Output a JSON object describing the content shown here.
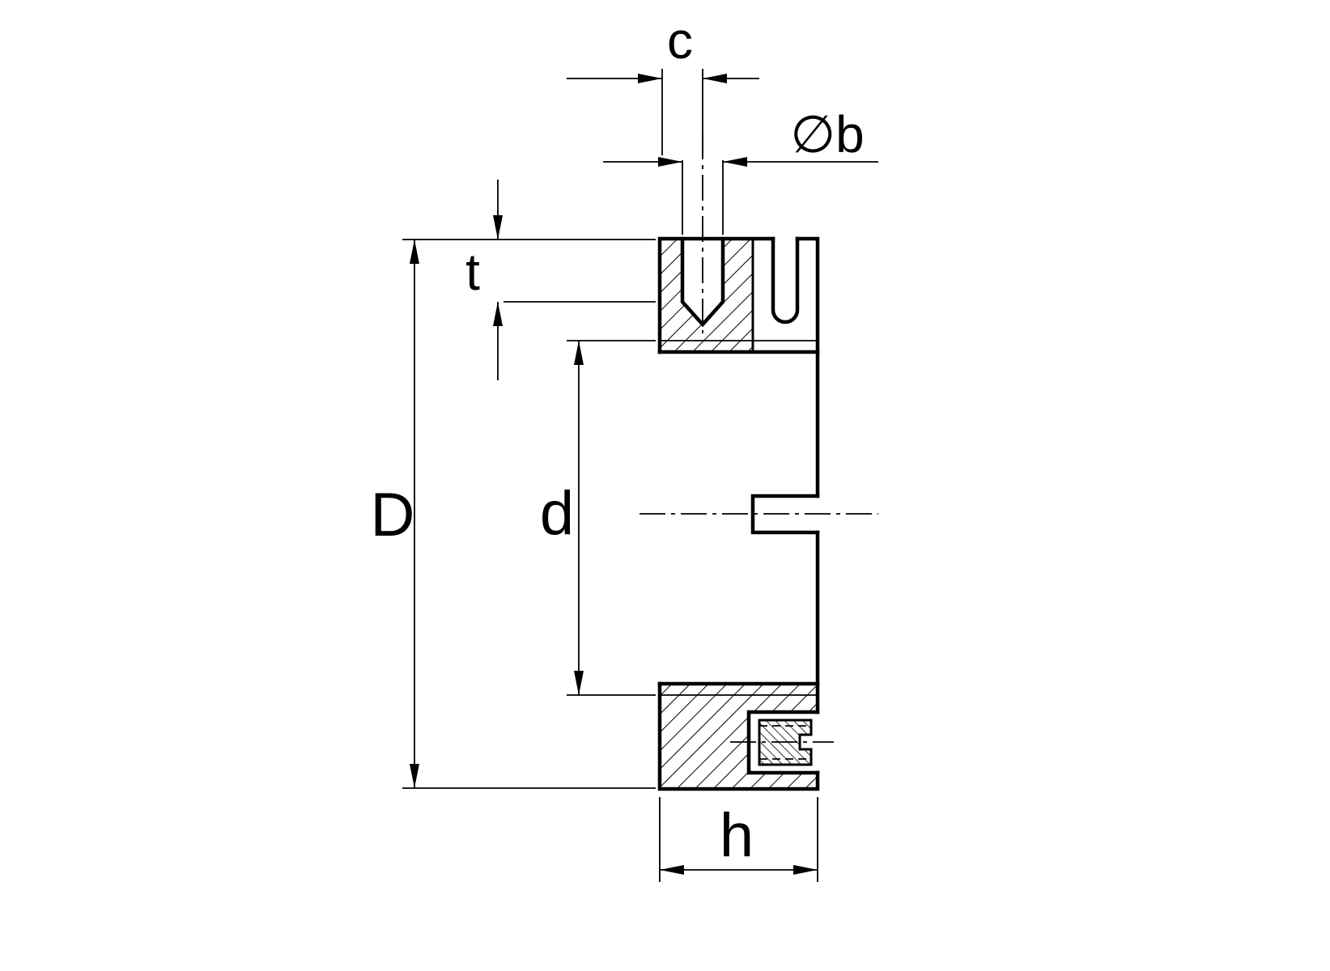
{
  "drawing": {
    "type": "technical-cross-section",
    "subject": "slotted locknut with drilled pin hole and set screw, side section view",
    "labels": {
      "c": "c",
      "b": "∅b",
      "t": "t",
      "D": "D",
      "d": "d",
      "h": "h"
    }
  },
  "colors": {
    "ink": "#000000",
    "background": "#ffffff"
  }
}
